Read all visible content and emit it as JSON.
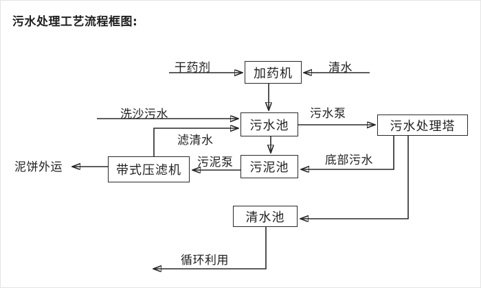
{
  "title": "污水处理工艺流程框图:",
  "diagram": {
    "line_color": "#262626",
    "background": "#ffffff",
    "nodes": {
      "dosing_machine": "加药机",
      "sewage_pool": "污水池",
      "treatment_tower": "污水处理塔",
      "sludge_pool": "污泥池",
      "belt_filter_press": "带式压滤机",
      "clear_water_pool": "清水池"
    },
    "flow_labels": {
      "dry_agent": "干药剂",
      "clear_water": "清水",
      "sand_wash_sewage": "洗沙污水",
      "sewage_pump": "污水泵",
      "filtered_water": "滤清水",
      "sludge_pump": "污泥泵",
      "bottom_sewage": "底部污水",
      "mud_cake_out": "泥饼外运",
      "recycle": "循环利用"
    }
  }
}
